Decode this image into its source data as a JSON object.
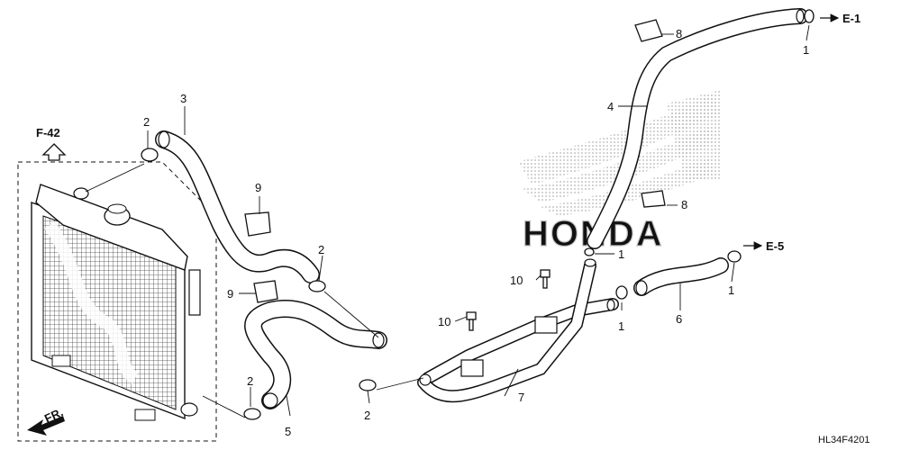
{
  "callouts": {
    "n1a": "1",
    "n1b": "1",
    "n1c": "1",
    "n1d": "1",
    "n2a": "2",
    "n2b": "2",
    "n2c": "2",
    "n2d": "2",
    "n3": "3",
    "n4": "4",
    "n5": "5",
    "n6": "6",
    "n7": "7",
    "n8a": "8",
    "n8b": "8",
    "n9a": "9",
    "n9b": "9",
    "n10a": "10",
    "n10b": "10"
  },
  "refs": {
    "e1": "E-1",
    "e5": "E-5",
    "f42": "F-42",
    "fr": "FR."
  },
  "watermark": "HONDA",
  "code": "HL34F4201",
  "colors": {
    "line": "#111111",
    "background": "#ffffff",
    "watermark_dot": "#b9b9b9"
  },
  "icons": {
    "up_arrow": "hollow-up-arrow-icon",
    "ref_arrow": "arrow-right-icon",
    "front_arrow": "front-arrow-icon"
  }
}
